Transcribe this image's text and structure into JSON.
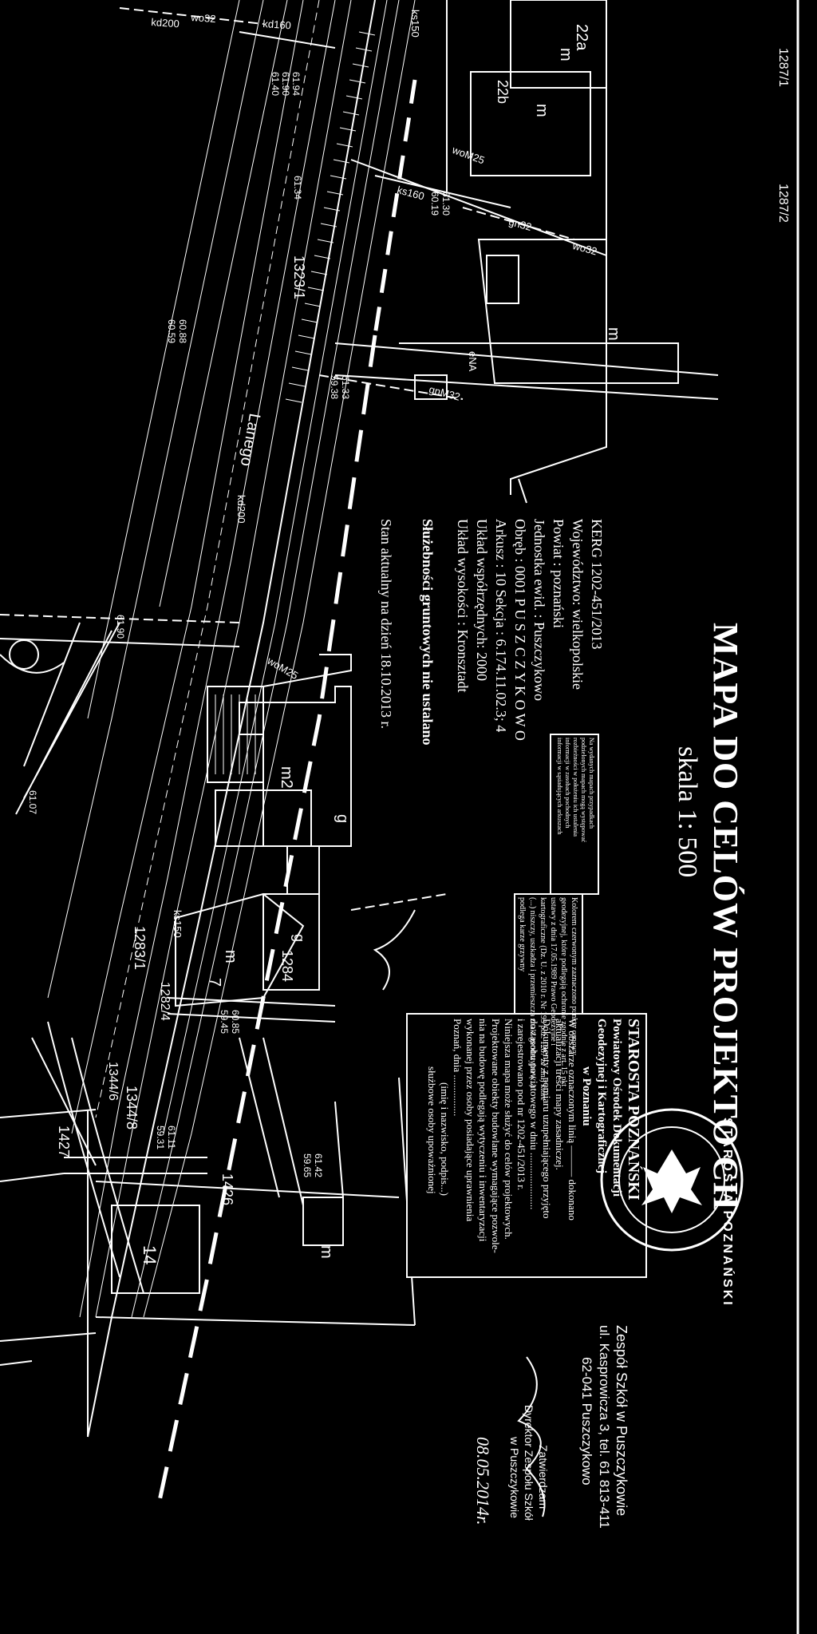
{
  "title": "MAPA DO CELÓW PROJEKTO CH",
  "scale": "skala 1: 500",
  "info": {
    "kerg": "KERG 1202-451/2013",
    "wojewodztwo": "Województwo: wielkopolskie",
    "powiat": "Powiat : poznański",
    "jednostka": "Jednostka ewid. : Puszczykowo",
    "obreb": "Obręb : 0001 P U S Z C Z Y K O W O",
    "arkusz": "Arkusz : 10 Sekcja : 6.174.11.02.3; 4",
    "uklad_wsp": "Układ współrzędnych: 2000",
    "uklad_wys": "Układ wysokości : Kronsztadt",
    "sluzebnosci": "Służebności gruntowych nie ustalano",
    "stan": "Stan aktualny na dzień 18.10.2013 r."
  },
  "small_note_lines": [
    "Na wydanych mapach przypadkach",
    "podzielonych mapach mogą występować",
    "rozbieżności w położeniu ich ustalenia",
    "informacji w zasobach pochodnych",
    "informacji w sąsiadujących arkuszach"
  ],
  "color_note_lines": [
    "Kolorem czerwonym zaznaczono punkty osnowy",
    "geodezyjnej, które podlegają ochronie zgodnie z art. 15 pkt",
    "ustawy z dnia 17.05.1989 Prawo Geodezyjne i",
    "kartograficzne (Dz. U. z 2010 r. Nr 193 poz. 1287 ze zm.) które",
    "(...) niszczy, uszkadza i przemieszcza znaki geodezyjne (...)",
    "podlega karze grzywny"
  ],
  "stamp": {
    "line1": "STAROSTA POZNAŃSKI",
    "line2": "Powiatowy Ośrodek Dokumentacji",
    "line3": "Geodezyjnej i Kartograficznej",
    "line4": "w Poznaniu",
    "body": [
      "W obszarze oznaczonym linią ——— dokonano",
      "aktualizacji treści mapy zasadniczej.",
      "Dokumenty z pomiaru uzupełniającego przyjęto",
      "do zasobu powiatowego w dniu ......................",
      "i zarejestrowano pod nr 1202-451/2013 r.",
      "Niniejsza mapa może służyć do celów projektowych.",
      "Projektowane obiekty budowlane wymagające pozwole-",
      "nia na budowę podlegają wytyczeniu i inwentaryzacji",
      "wykonanej przez osoby posiadające uprawnienia",
      "Poznań, dnia ................",
      "(imię i nazwisko, podpis...)",
      "służbowe osoby upoważnionej"
    ],
    "seal_text": "STAROSTA POZNAŃSKI"
  },
  "school": {
    "line1": "Zespół Szkół w Puszczykowie",
    "line2": "ul. Kasprowicza 3, tel. 61 813-411",
    "line3": "62-041 Puszczykowo",
    "approve": "Zatwierdzam",
    "sign1": "Dyrektor Zespołu Szkół",
    "sign2": "w Puszczykowie",
    "date": "08.05.2014r."
  },
  "parcels": {
    "p1": "1287/1",
    "p2": "1287/2",
    "p3": "1284",
    "p4": "1426",
    "p5": "1427",
    "p6": "1344/8",
    "p7": "1283/1",
    "p8": "1282/4",
    "p9": "1323/1",
    "p10": "1344/6"
  },
  "buildings": {
    "b1": "22a",
    "b2": "22b",
    "b3": "m",
    "b4": "m",
    "b5": "m",
    "b6": "m2",
    "b7": "14",
    "b8": "m",
    "b9": "m",
    "b10": "g",
    "b11": "g",
    "b12": "7"
  },
  "street": "Lanego",
  "utilities": {
    "u1": "kd200",
    "u2": "wo32",
    "u3": "kd160",
    "u4": "ks150",
    "u5": "ks160",
    "u6": "gn32",
    "u7": "woM25",
    "u8": "gnM32",
    "u9": "eNA",
    "u10": "wo32",
    "u11": "ks150",
    "u12": "kd200",
    "u13": "woM25"
  },
  "heights": {
    "h1": "61.94",
    "h2": "61.90",
    "h3": "61.40",
    "h4": "61.34",
    "h5": "60.88",
    "h6": "60.59",
    "h7": "61.33",
    "h8": "59.38",
    "h9": "61.30",
    "h10": "60.19",
    "h11": "61.42",
    "h12": "59.65",
    "h13": "60.85",
    "h14": "59.45",
    "h15": "61.11",
    "h16": "59.31",
    "h17": "61.07",
    "h18": "61.90"
  }
}
